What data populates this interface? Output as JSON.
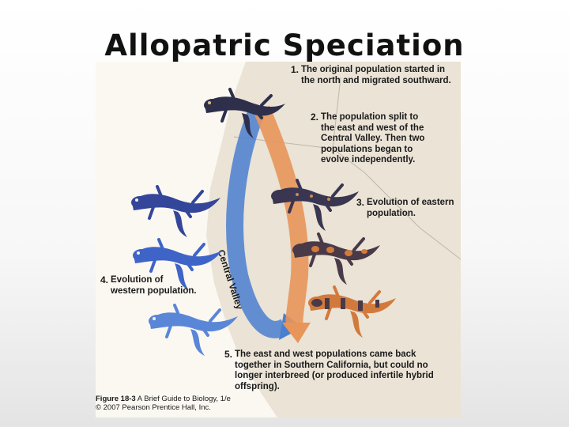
{
  "title": "Allopatric Speciation",
  "steps": [
    {
      "num": "1.",
      "text": "The original population started in the north and migrated southward."
    },
    {
      "num": "2.",
      "text": "The population split to the east and west of the Central Valley. Then two populations began to evolve independently."
    },
    {
      "num": "3.",
      "text": "Evolution of eastern population."
    },
    {
      "num": "4.",
      "text": "Evolution of western population."
    },
    {
      "num": "5.",
      "text": "The east and west populations came back together in Southern California, but could no longer interbreed (or produced infertile hybrid offspring)."
    }
  ],
  "map_label": "Central Valley",
  "caption": {
    "line1_bold": "Figure 18-3",
    "line1_rest": " A Brief Guide to Biology, 1/e",
    "line2": "© 2007 Pearson Prentice Hall, Inc."
  },
  "colors": {
    "original": "#2e2f4a",
    "western": "#3f64c8",
    "eastern_dark": "#3a3550",
    "eastern_orange": "#d27a3c",
    "arrow_blue": "#4a7fd0",
    "arrow_orange": "#e8955a",
    "land": "#eae3d6"
  }
}
